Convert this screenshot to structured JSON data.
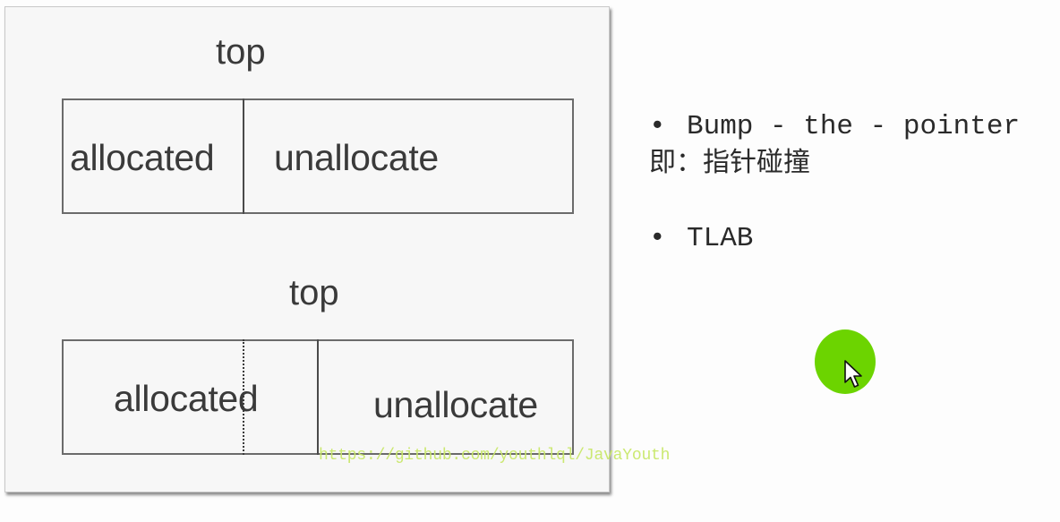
{
  "diagram": {
    "top_label_1": "top",
    "box1": {
      "allocated": "allocated",
      "unallocated": "unallocate"
    },
    "top_label_2": "top",
    "box2": {
      "allocated": "allocated",
      "unallocated": "unallocate"
    }
  },
  "notes": {
    "bullet_char": "•",
    "item1_line1": "Bump - the - pointer",
    "item1_line2": "即：指针碰撞",
    "item2": "TLAB"
  },
  "watermark": "https://github.com/youthlql/JavaYouth",
  "cursor": {
    "icon": "mouse-pointer-icon",
    "highlight_color": "#6cd400"
  }
}
